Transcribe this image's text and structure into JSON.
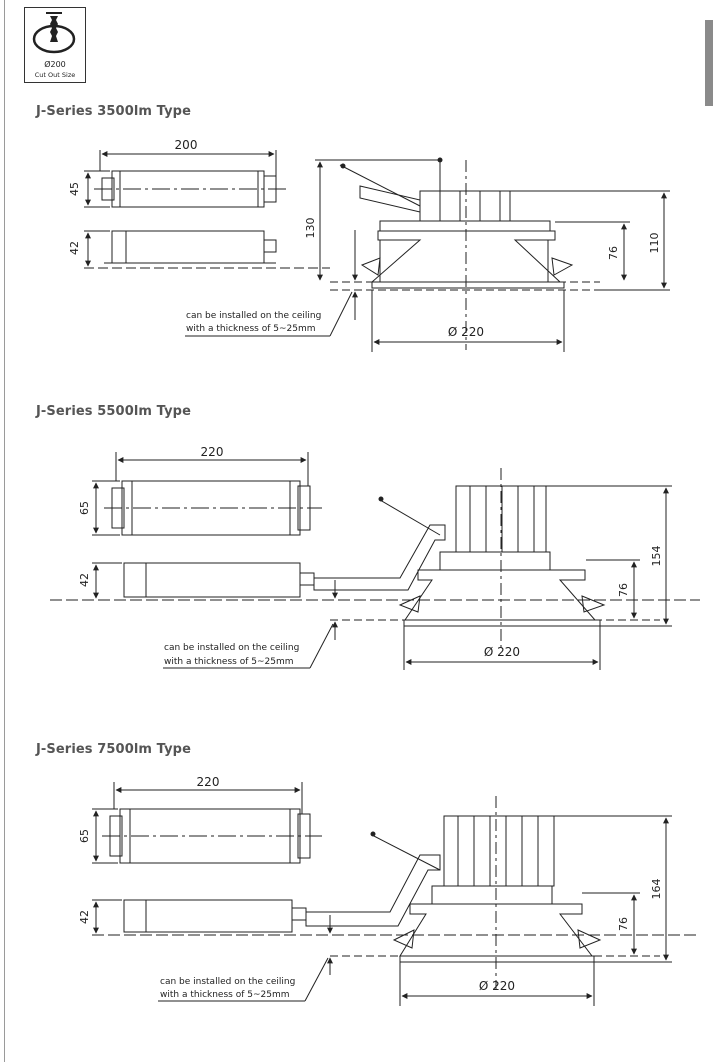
{
  "cutout_icon": {
    "diameter": "Ø200",
    "caption": "Cut Out Size"
  },
  "sections": [
    {
      "title": "J-Series 3500lm Type",
      "driver_width": "200",
      "driver_height_top": "45",
      "driver_height_side": "42",
      "fixture_height": "130",
      "body_height": "110",
      "recess_depth": "76",
      "diameter": "Ø 220",
      "note_line1": "can be installed on the ceiling",
      "note_line2": "with a thickness of 5~25mm"
    },
    {
      "title": "J-Series 5500lm Type",
      "driver_width": "220",
      "driver_height_top": "65",
      "driver_height_side": "42",
      "body_height": "154",
      "recess_depth": "76",
      "diameter": "Ø 220",
      "note_line1": "can be installed on the ceiling",
      "note_line2": "with a thickness of 5~25mm"
    },
    {
      "title": "J-Series 7500lm Type",
      "driver_width": "220",
      "driver_height_top": "65",
      "driver_height_side": "42",
      "body_height": "164",
      "recess_depth": "76",
      "diameter": "Ø 220",
      "note_line1": "can be installed on the ceiling",
      "note_line2": "with a thickness of 5~25mm"
    }
  ]
}
